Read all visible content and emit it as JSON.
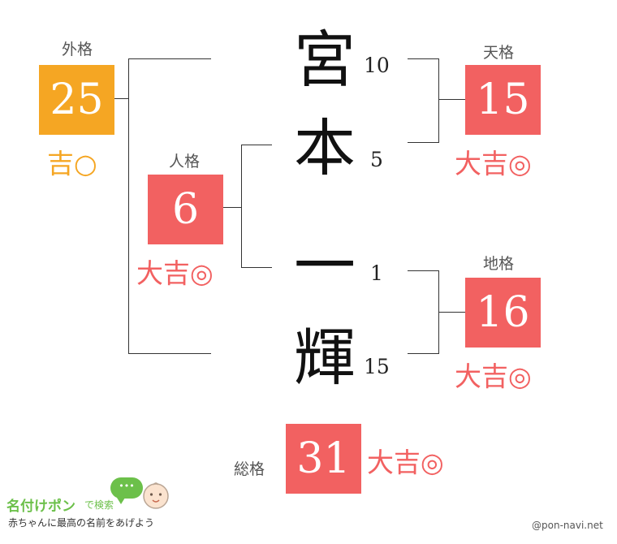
{
  "colors": {
    "kichi": "#f5a623",
    "daikichi": "#f26161",
    "label": "#555555",
    "line": "#333333"
  },
  "name_chars": [
    {
      "char": "宮",
      "strokes": "10"
    },
    {
      "char": "本",
      "strokes": "5"
    },
    {
      "char": "一",
      "strokes": "1"
    },
    {
      "char": "輝",
      "strokes": "15"
    }
  ],
  "gaikaku": {
    "label": "外格",
    "value": "25",
    "verdict": "吉○"
  },
  "jinkaku": {
    "label": "人格",
    "value": "6",
    "verdict": "大吉◎"
  },
  "tenkaku": {
    "label": "天格",
    "value": "15",
    "verdict": "大吉◎"
  },
  "chikaku": {
    "label": "地格",
    "value": "16",
    "verdict": "大吉◎"
  },
  "soukaku": {
    "label": "総格",
    "value": "31",
    "verdict": "大吉◎"
  },
  "brand": {
    "title": "名付けポン",
    "search": "で検索",
    "tagline": "赤ちゃんに最高の名前をあげよう",
    "bubble": "•••"
  },
  "credit": "@pon-navi.net"
}
